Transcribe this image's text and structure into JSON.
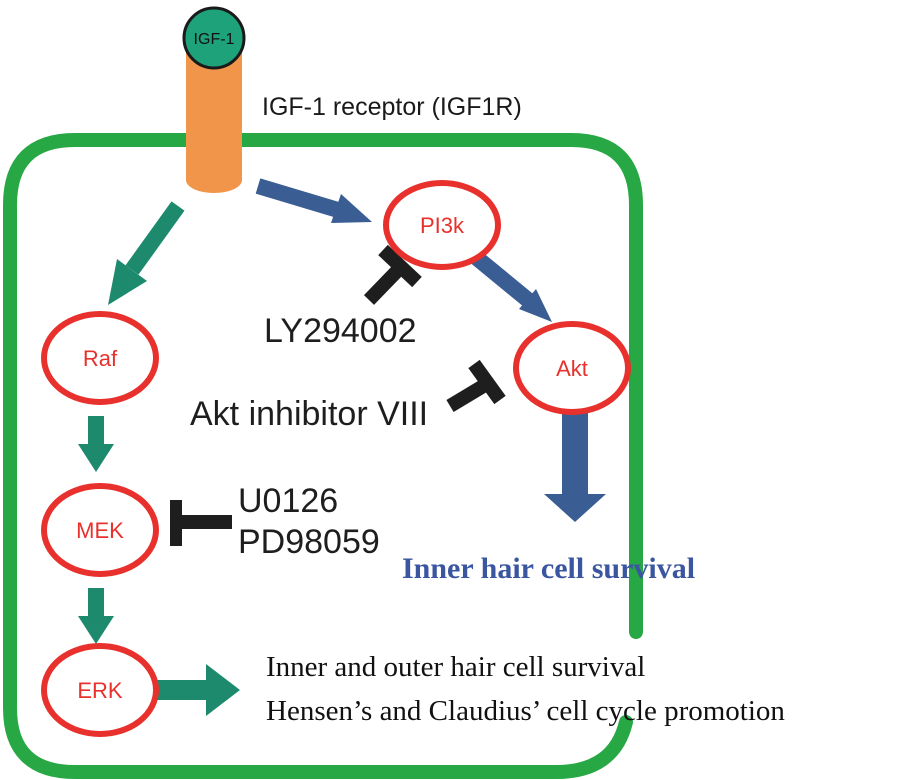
{
  "ligand": {
    "label": "IGF-1"
  },
  "receptor": {
    "label": "IGF-1 receptor (IGF1R)"
  },
  "nodes": {
    "raf": "Raf",
    "mek": "MEK",
    "erk": "ERK",
    "pi3k": "PI3k",
    "akt": "Akt"
  },
  "inhibitors": {
    "pi3k": "LY294002",
    "akt": "Akt inhibitor VIII",
    "mek_1": "U0126",
    "mek_2": "PD98059"
  },
  "outcomes": {
    "akt": "Inner hair cell survival",
    "erk_line1": "Inner and outer hair cell survival",
    "erk_line2": "Hensen’s and Claudius’ cell cycle promotion"
  },
  "colors": {
    "membrane": "#27a844",
    "receptor": "#f0954a",
    "ligand": "#1ea27a",
    "node_border": "#e8302c",
    "node_text": "#e8302c",
    "mapk_arrow": "#1d8a6e",
    "pi3k_arrow": "#3a5e93",
    "inhibitor": "#1e1e1e",
    "akt_outcome_text": "#3b56a0"
  }
}
